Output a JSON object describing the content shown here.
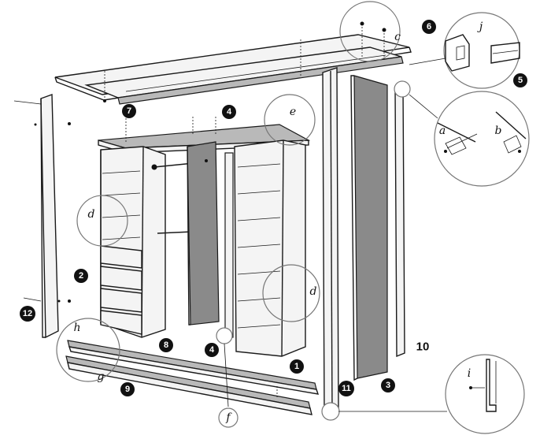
{
  "badges": [
    {
      "id": "b1",
      "text": "1"
    },
    {
      "id": "b2",
      "text": "2"
    },
    {
      "id": "b3",
      "text": "3"
    },
    {
      "id": "b4a",
      "text": "4"
    },
    {
      "id": "b4b",
      "text": "4"
    },
    {
      "id": "b5",
      "text": "5"
    },
    {
      "id": "b6",
      "text": "6"
    },
    {
      "id": "b7",
      "text": "7"
    },
    {
      "id": "b8",
      "text": "8"
    },
    {
      "id": "b9",
      "text": "9"
    },
    {
      "id": "b11",
      "text": "11"
    },
    {
      "id": "b12",
      "text": "12"
    }
  ],
  "plain_numbers": [
    {
      "id": "n10",
      "text": "10"
    }
  ],
  "labels": [
    {
      "id": "la",
      "text": "a"
    },
    {
      "id": "lb",
      "text": "b"
    },
    {
      "id": "lc",
      "text": "c"
    },
    {
      "id": "ld1",
      "text": "d"
    },
    {
      "id": "ld2",
      "text": "d"
    },
    {
      "id": "le",
      "text": "e"
    },
    {
      "id": "lf",
      "text": "f"
    },
    {
      "id": "lg",
      "text": "g"
    },
    {
      "id": "lh",
      "text": "h"
    },
    {
      "id": "li",
      "text": "i"
    },
    {
      "id": "lj",
      "text": "j"
    }
  ]
}
